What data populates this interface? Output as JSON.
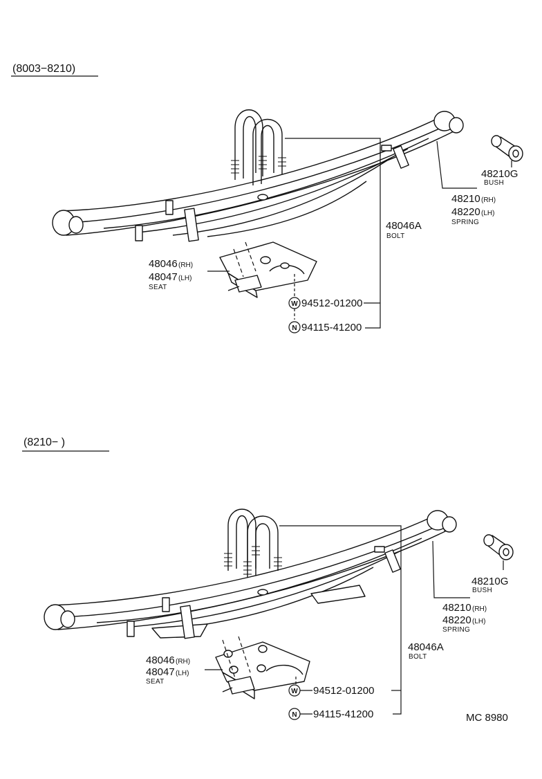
{
  "sections": [
    {
      "range": "(8003−8210)",
      "bush": {
        "part": "48210G",
        "caption": "BUSH"
      },
      "spring": {
        "rh": "48210",
        "rh_suffix": "(RH)",
        "lh": "48220",
        "lh_suffix": "(LH)",
        "caption": "SPRING"
      },
      "bolt": {
        "part": "48046A",
        "caption": "BOLT"
      },
      "seat": {
        "rh": "48046",
        "rh_suffix": "(RH)",
        "lh": "48047",
        "lh_suffix": "(LH)",
        "caption": "SEAT"
      },
      "washer": {
        "symbol": "W",
        "part": "94512-01200"
      },
      "nut": {
        "symbol": "N",
        "part": "94115-41200"
      }
    },
    {
      "range": "(8210−       )",
      "bush": {
        "part": "48210G",
        "caption": "BUSH"
      },
      "spring": {
        "rh": "48210",
        "rh_suffix": "(RH)",
        "lh": "48220",
        "lh_suffix": "(LH)",
        "caption": "SPRING"
      },
      "bolt": {
        "part": "48046A",
        "caption": "BOLT"
      },
      "seat": {
        "rh": "48046",
        "rh_suffix": "(RH)",
        "lh": "48047",
        "lh_suffix": "(LH)",
        "caption": "SEAT"
      },
      "washer": {
        "symbol": "W",
        "part": "94512-01200"
      },
      "nut": {
        "symbol": "N",
        "part": "94115-41200"
      }
    }
  ],
  "catalog_code": "MC 8980"
}
